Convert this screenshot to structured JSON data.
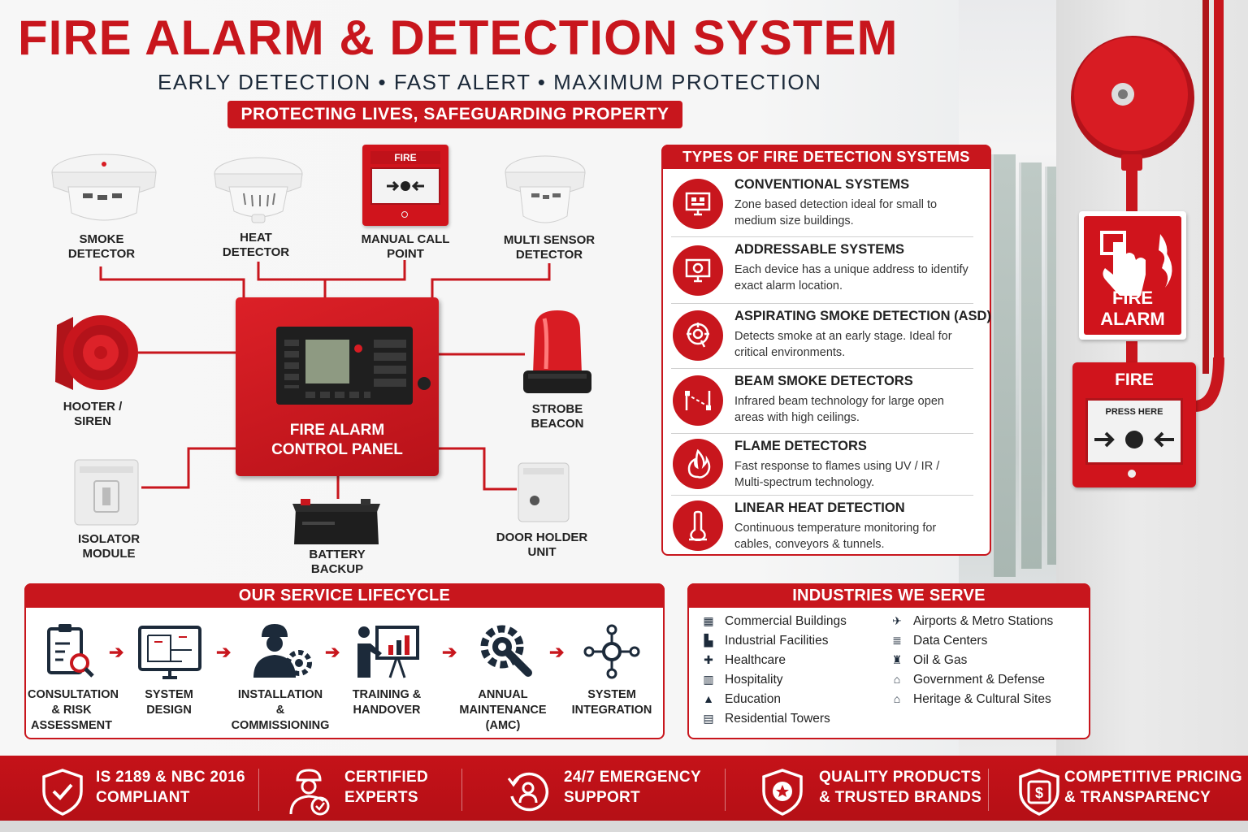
{
  "header": {
    "title": "FIRE ALARM & DETECTION SYSTEM",
    "subtitle": "EARLY DETECTION • FAST ALERT • MAXIMUM PROTECTION",
    "tagline": "PROTECTING LIVES, SAFEGUARDING PROPERTY"
  },
  "devices": {
    "smoke": "SMOKE\nDETECTOR",
    "heat": "HEAT\nDETECTOR",
    "mcp": "MANUAL CALL\nPOINT",
    "mcp_sign": "FIRE",
    "multi": "MULTI SENSOR\nDETECTOR",
    "hooter": "HOOTER /\nSIREN",
    "strobe": "STROBE\nBEACON",
    "isolator": "ISOLATOR\nMODULE",
    "battery": "BATTERY\nBACKUP",
    "door": "DOOR HOLDER\nUNIT",
    "panel": "FIRE ALARM\nCONTROL PANEL"
  },
  "types": {
    "heading": "TYPES OF FIRE DETECTION SYSTEMS",
    "items": [
      {
        "title": "CONVENTIONAL SYSTEMS",
        "desc": "Zone based detection ideal for small to medium size buildings.",
        "icon": "monitor-zones-icon"
      },
      {
        "title": "ADDRESSABLE SYSTEMS",
        "desc": "Each device has a unique address to identify exact alarm location.",
        "icon": "monitor-address-icon"
      },
      {
        "title": "ASPIRATING SMOKE DETECTION (ASD)",
        "desc": "Detects smoke at an early stage. Ideal for critical environments.",
        "icon": "aspirating-icon"
      },
      {
        "title": "BEAM SMOKE DETECTORS",
        "desc": "Infrared beam technology for large open areas with high ceilings.",
        "icon": "beam-icon"
      },
      {
        "title": "FLAME DETECTORS",
        "desc": "Fast response to flames using UV / IR / Multi-spectrum technology.",
        "icon": "flame-icon"
      },
      {
        "title": "LINEAR HEAT DETECTION",
        "desc": "Continuous temperature monitoring for cables, conveyors & tunnels.",
        "icon": "thermometer-icon"
      }
    ]
  },
  "lifecycle": {
    "heading": "OUR SERVICE LIFECYCLE",
    "steps": [
      {
        "label": "CONSULTATION\n& RISK\nASSESSMENT",
        "icon": "clipboard-search-icon"
      },
      {
        "label": "SYSTEM\nDESIGN",
        "icon": "blueprint-monitor-icon"
      },
      {
        "label": "INSTALLATION\n& COMMISSIONING",
        "icon": "engineer-gear-icon"
      },
      {
        "label": "TRAINING &\nHANDOVER",
        "icon": "presentation-icon"
      },
      {
        "label": "ANNUAL\nMAINTENANCE\n(AMC)",
        "icon": "wrench-gear-icon"
      },
      {
        "label": "SYSTEM\nINTEGRATION",
        "icon": "network-icon"
      }
    ],
    "arrow": "➔"
  },
  "industries": {
    "heading": "INDUSTRIES WE SERVE",
    "left": [
      {
        "label": "Commercial Buildings",
        "glyph": "▦",
        "icon": "building-icon"
      },
      {
        "label": "Industrial Facilities",
        "glyph": "▙",
        "icon": "factory-icon"
      },
      {
        "label": "Healthcare",
        "glyph": "✚",
        "icon": "medical-cross-icon"
      },
      {
        "label": "Hospitality",
        "glyph": "▥",
        "icon": "hotel-icon"
      },
      {
        "label": "Education",
        "glyph": "▲",
        "icon": "graduation-cap-icon"
      },
      {
        "label": "Residential Towers",
        "glyph": "▤",
        "icon": "tower-icon"
      }
    ],
    "right": [
      {
        "label": "Airports & Metro Stations",
        "glyph": "✈",
        "icon": "airplane-icon"
      },
      {
        "label": "Data Centers",
        "glyph": "≣",
        "icon": "server-icon"
      },
      {
        "label": "Oil & Gas",
        "glyph": "♜",
        "icon": "oil-rig-icon"
      },
      {
        "label": "Government & Defense",
        "glyph": "⌂",
        "icon": "government-icon"
      },
      {
        "label": "Heritage & Cultural Sites",
        "glyph": "⌂",
        "icon": "heritage-icon"
      }
    ]
  },
  "footer": [
    {
      "label": "IS 2189 & NBC 2016\nCOMPLIANT",
      "icon": "shield-check-icon"
    },
    {
      "label": "CERTIFIED\nEXPERTS",
      "icon": "certified-expert-icon"
    },
    {
      "label": "24/7 EMERGENCY\nSUPPORT",
      "icon": "support-24-icon"
    },
    {
      "label": "QUALITY PRODUCTS\n& TRUSTED BRANDS",
      "icon": "quality-shield-icon"
    },
    {
      "label": "COMPETITIVE PRICING\n& TRANSPARENCY",
      "icon": "pricing-shield-icon"
    }
  ],
  "photo": {
    "sign": "FIRE ALARM",
    "call_point_top": "FIRE",
    "call_point_press": "PRESS HERE"
  },
  "colors": {
    "brand_red": "#c8161d",
    "dark_navy": "#1c2a3a"
  }
}
